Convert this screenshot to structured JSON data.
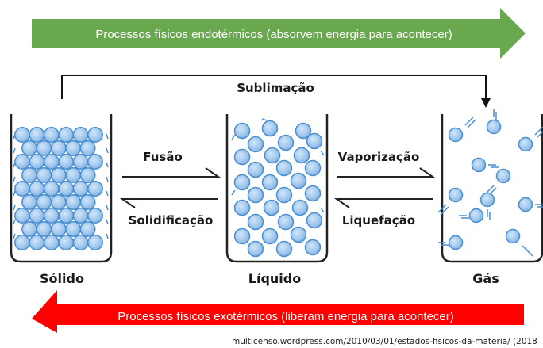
{
  "top_band": {
    "text": "Processos físicos endotérmicos (absorvem energia para acontecer)",
    "color": "#6aa84f"
  },
  "bottom_band": {
    "text": "Processos físicos exotérmicos (liberam energia para acontecer)",
    "color": "#ff0000"
  },
  "sublimation_label": "Sublimação",
  "states": {
    "solid": "Sólido",
    "liquid": "Líquido",
    "gas": "Gás"
  },
  "transitions": {
    "fusion": "Fusão",
    "solidification": "Solidificação",
    "vaporization": "Vaporização",
    "liquefaction": "Liquefação"
  },
  "source": "multicenso.wordpress.com/2010/03/01/estados-fisicos-da-materia/ (2018",
  "colors": {
    "particle_fill": "#a6cbef",
    "particle_stroke": "#4a8fd0",
    "container_stroke": "#222222"
  }
}
